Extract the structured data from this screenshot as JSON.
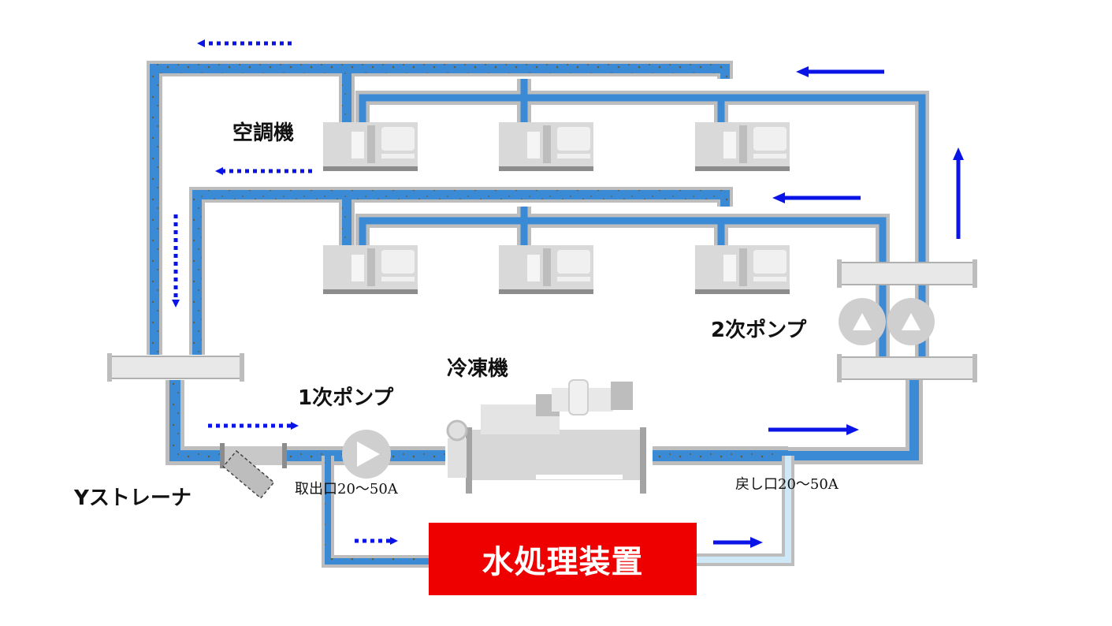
{
  "labels": {
    "air_handler": "空調機",
    "secondary_pump": "2次ポンプ",
    "chiller": "冷凍機",
    "primary_pump": "1次ポンプ",
    "y_strainer": "Yストレーナ",
    "intake": "取出口20～50A",
    "return_port": "戻し口20～50A",
    "water_treatment": "水処理装置"
  },
  "colors": {
    "water": "#3a8ad6",
    "pipe": "#bdbdbd",
    "dirty_dots": "#6b5a3a",
    "arrow": "#0a14e6",
    "treatment_box": "#ee0000",
    "clean_return": "#cfe8f8"
  }
}
